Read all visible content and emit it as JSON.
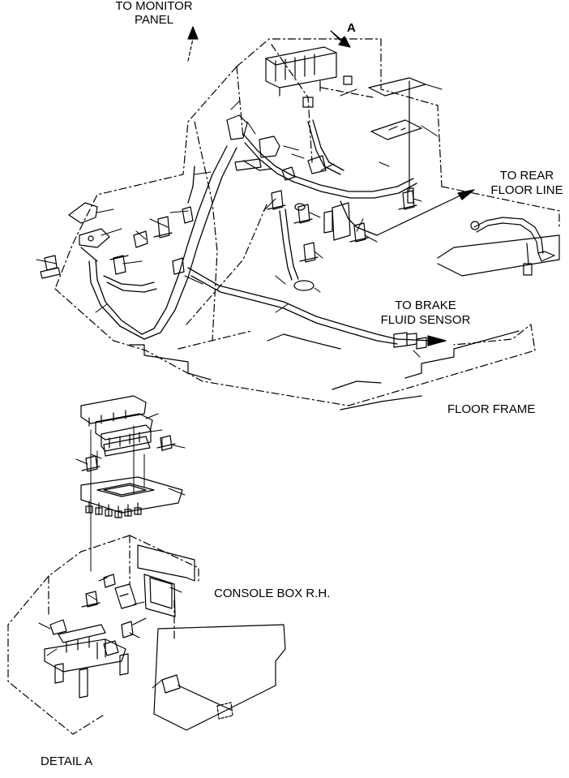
{
  "labels": {
    "to_monitor_panel_1": "TO MONITOR",
    "to_monitor_panel_2": "PANEL",
    "arrow_a": "A",
    "to_rear_1": "TO REAR",
    "to_rear_2": "FLOOR LINE",
    "to_brake_1": "TO BRAKE",
    "to_brake_2": "FLUID SENSOR",
    "floor_frame": "FLOOR FRAME",
    "console_box": "CONSOLE BOX R.H.",
    "detail_a": "DETAIL A"
  },
  "colors": {
    "ink": "#000000",
    "paper": "#ffffff"
  }
}
